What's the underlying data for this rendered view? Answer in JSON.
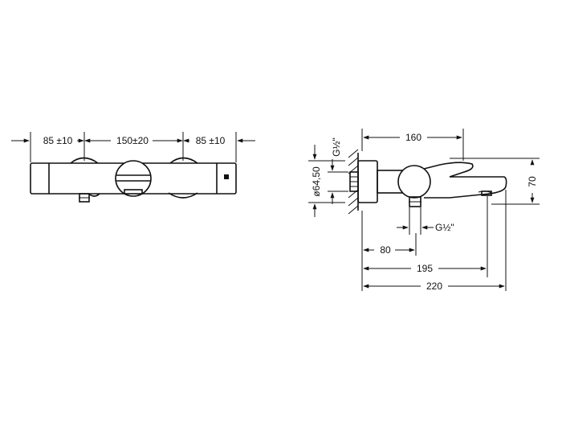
{
  "front_view": {
    "dim_left": "85 ±10",
    "dim_center": "150±20",
    "dim_right": "85 ±10"
  },
  "side_view": {
    "dim_top": "160",
    "dim_thread_top": "G½\"",
    "dim_diameter": "ø64,50",
    "dim_height": "70",
    "dim_thread_outlet": "G½\"",
    "dim_80": "80",
    "dim_195": "195",
    "dim_220": "220"
  }
}
